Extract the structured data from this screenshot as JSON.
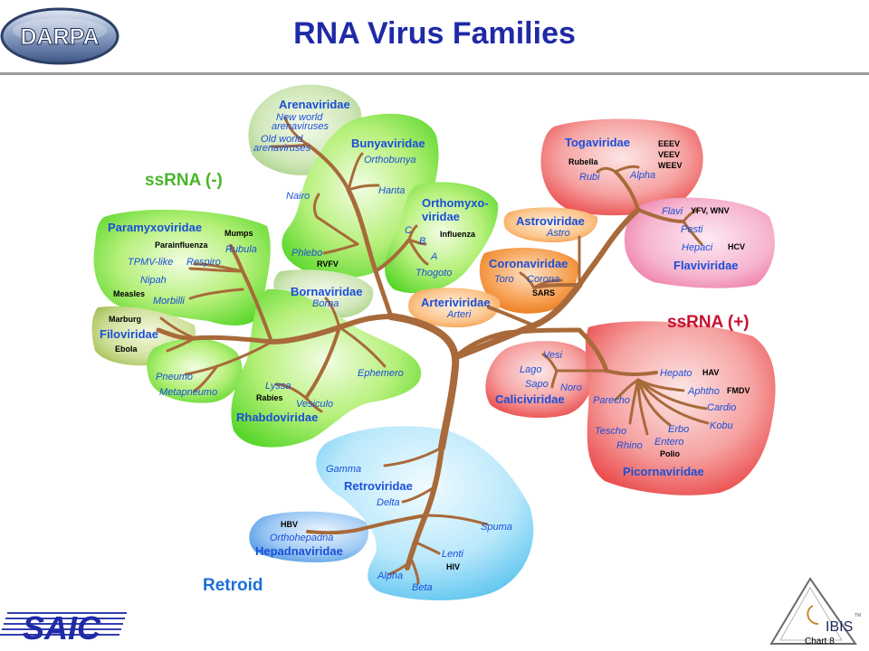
{
  "header": {
    "title": "RNA Virus Families",
    "left_logo": "DARPA",
    "accent_color": "#1f2aa6"
  },
  "groups": {
    "neg": "ssRNA (-)",
    "pos": "ssRNA (+)",
    "retroid": "Retroid"
  },
  "families": {
    "arenaviridae": {
      "name": "Arenaviridae",
      "sp1a": "New world",
      "sp1b": "arenaviruses",
      "sp2a": "Old world",
      "sp2b": "arenaviruses"
    },
    "bunyaviridae": {
      "name": "Bunyaviridae",
      "orthobunya": "Orthobunya",
      "hanta": "Hanta",
      "nairo": "Nairo",
      "phlebo": "Phlebo",
      "rvfv": "RVFV"
    },
    "orthomyxoviridae": {
      "name1": "Orthomyxo-",
      "name2": "viridae",
      "c": "C",
      "influenza": "Influenza",
      "b": "B",
      "a": "A",
      "thogoto": "Thogoto"
    },
    "paramyxoviridae": {
      "name": "Paramyxoviridae",
      "mumps": "Mumps",
      "parainfluenza": "Parainfluenza",
      "rubula": "Rubula",
      "tpmv": "TPMV-like",
      "respiro": "Respiro",
      "nipah": "Nipah",
      "measles": "Measles",
      "morbilli": "Morbilli"
    },
    "bornaviridae": {
      "name": "Bornaviridae",
      "borna": "Borna"
    },
    "filoviridae": {
      "name": "Filoviridae",
      "marburg": "Marburg",
      "ebola": "Ebola"
    },
    "pneumo": {
      "pneumo": "Pneumo",
      "metapneumo": "Metapneumo"
    },
    "rhabdoviridae": {
      "name": "Rhabdoviridae",
      "lyssa": "Lyssa",
      "rabies": "Rabies",
      "vesiculo": "Vesiculo",
      "ephemero": "Ephemero"
    },
    "togaviridae": {
      "name": "Togaviridae",
      "eeev": "EEEV",
      "veev": "VEEV",
      "weev": "WEEV",
      "rubella": "Rubella",
      "rubi": "Rubi",
      "alpha": "Alpha"
    },
    "flaviviridae": {
      "name": "Flaviviridae",
      "flavi": "Flavi",
      "yfv": "YFV, WNV",
      "pesti": "Pesti",
      "hepaci": "Hepaci",
      "hcv": "HCV"
    },
    "astroviridae": {
      "name": "Astroviridae",
      "astro": "Astro"
    },
    "coronaviridae": {
      "name": "Coronaviridae",
      "toro": "Toro",
      "corona": "Corona",
      "sars": "SARS"
    },
    "arteriviridae": {
      "name": "Arteriviridae",
      "arteri": "Arteri"
    },
    "caliciviridae": {
      "name": "Caliciviridae",
      "vesi": "Vesi",
      "lago": "Lago",
      "sapo": "Sapo",
      "noro": "Noro"
    },
    "picornaviridae": {
      "name": "Picornaviridae",
      "hepato": "Hepato",
      "hav": "HAV",
      "aphtho": "Aphtho",
      "fmdv": "FMDV",
      "parecho": "Parecho",
      "cardio": "Cardio",
      "kobu": "Kobu",
      "erbo": "Erbo",
      "tescho": "Tescho",
      "entero": "Entero",
      "rhino": "Rhino",
      "polio": "Polio"
    },
    "retroviridae": {
      "name": "Retroviridae",
      "gamma": "Gamma",
      "delta": "Delta",
      "spuma": "Spuma",
      "lenti": "Lenti",
      "hiv": "HIV",
      "alpha": "Alpha",
      "beta": "Beta"
    },
    "hepadnaviridae": {
      "name": "Hepadnaviridae",
      "hbv": "HBV",
      "orthohepadna": "Orthohepadna"
    }
  },
  "footer": {
    "left_logo": "SAIC",
    "right_logo": "IBIS",
    "tm": "TM",
    "chart_label": "Chart 8"
  },
  "colors": {
    "branch": "#a86a3a",
    "neg_text": "#1b4fd8",
    "pos_text": "#c8102e",
    "retroid_text": "#1b4fd8"
  }
}
